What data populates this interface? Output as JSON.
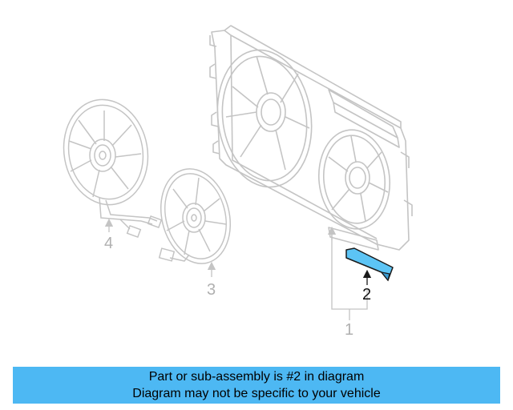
{
  "callouts": {
    "item_1": "1",
    "item_2": "2",
    "item_3": "3",
    "item_4": "4"
  },
  "highlighted_item": "2",
  "colors": {
    "line_art": "#c4c4c4",
    "highlight_fill": "#5cc4f5",
    "highlight_stroke": "#1a1a1a",
    "banner": "#4db8f3"
  },
  "banner": {
    "line1": "Part or sub-assembly is #2 in diagram",
    "line2": "Diagram may not be specific to your vehicle"
  }
}
